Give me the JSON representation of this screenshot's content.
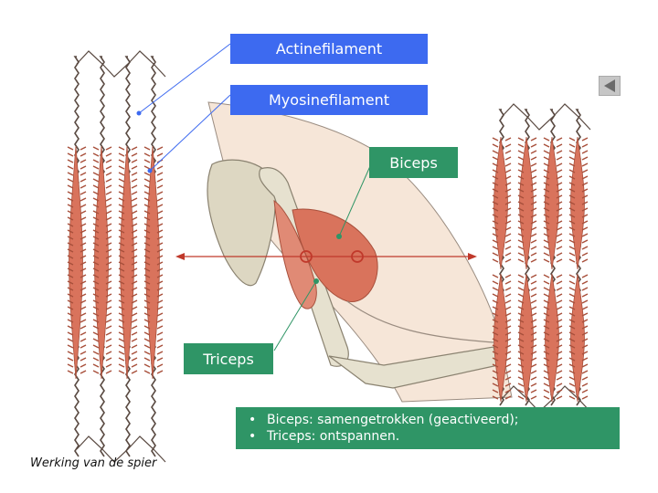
{
  "labels": {
    "actine": "Actinefilament",
    "myosine": "Myosinefilament",
    "biceps": "Biceps",
    "triceps": "Triceps"
  },
  "info": {
    "items": [
      "Biceps: samengetrokken (geactiveerd);",
      "Triceps: ontspannen."
    ]
  },
  "caption": "Werking van de spier",
  "nav": {
    "back_icon": "play-back-icon"
  },
  "colors": {
    "blue_label": "#3d6af0",
    "green_label": "#2f9566",
    "muscle": "#d9735c",
    "filament": "#5a4a42",
    "arrow": "#c0392b"
  }
}
